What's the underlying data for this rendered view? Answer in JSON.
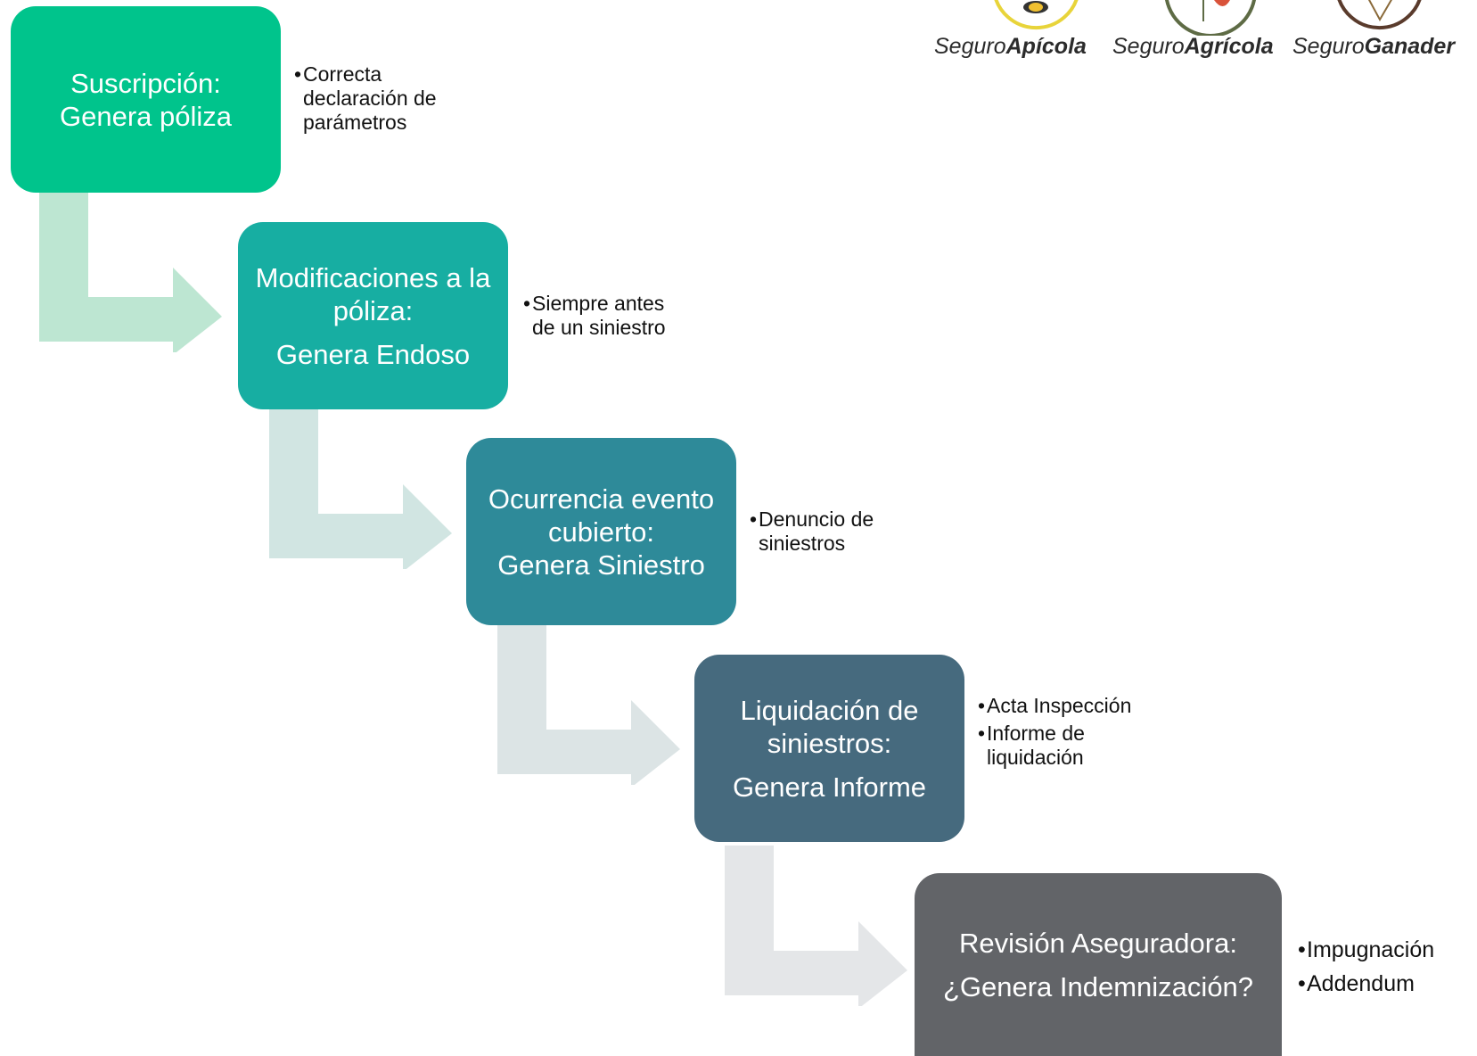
{
  "brands": [
    {
      "prefix": "Seguro",
      "name": "Apícola",
      "ring_color": "#e8d43a"
    },
    {
      "prefix": "Seguro",
      "name": "Agrícola",
      "ring_color": "#5e6b45"
    },
    {
      "prefix": "Seguro",
      "name": "Ganader",
      "ring_color": "#5a3b2c"
    }
  ],
  "steps": [
    {
      "title": "Suscripción:",
      "subtitle": "Genera póliza",
      "color": "#00c48c",
      "bullets": [
        "Correcta declaración de parámetros"
      ]
    },
    {
      "title": "Modificaciones a la póliza:",
      "subtitle": "Genera Endoso",
      "color": "#17aea2",
      "bullets": [
        "Siempre antes de un siniestro"
      ]
    },
    {
      "title": "Ocurrencia evento cubierto:",
      "subtitle": "Genera Siniestro",
      "color": "#2e8a99",
      "bullets": [
        "Denuncio de siniestros"
      ]
    },
    {
      "title": "Liquidación de siniestros:",
      "subtitle": "Genera Informe",
      "color": "#466a7e",
      "bullets": [
        "Acta Inspección",
        "Informe de liquidación"
      ]
    },
    {
      "title": "Revisión Aseguradora:",
      "subtitle": "¿Genera Indemnización?",
      "color": "#626468",
      "bullets": [
        "Impugnación",
        "Addendum"
      ]
    }
  ],
  "connector_colors": [
    "#bde6d2",
    "#d1e5e2",
    "#dce4e5",
    "#e4e6e8"
  ]
}
